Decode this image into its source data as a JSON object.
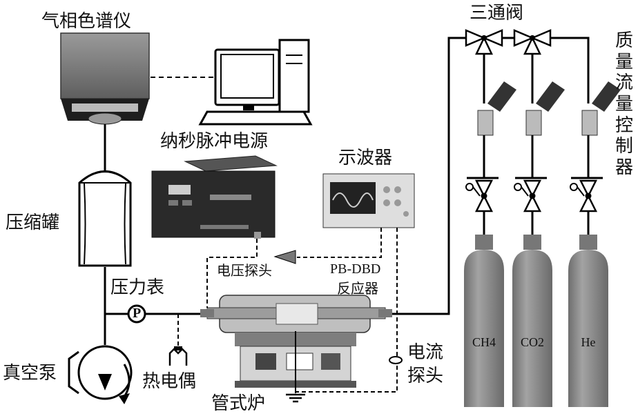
{
  "labels": {
    "gas_chromatograph": "气相色谱仪",
    "pulse_power": "纳秒脉冲电源",
    "oscilloscope": "示波器",
    "three_way_valve": "三通阀",
    "mass_flow_controller": "质量流量控制器",
    "buffer_tank": "压缩罐",
    "pressure_gauge": "压力表",
    "voltage_probe": "电压探头",
    "reactor_line1": "PB-DBD",
    "reactor_line2": "反应器",
    "current_probe_line1": "电流",
    "current_probe_line2": "探头",
    "vacuum_pump": "真空泵",
    "thermocouple": "热电偶",
    "tube_furnace": "管式炉",
    "pressure_symbol": "P"
  },
  "cylinders": [
    {
      "gas": "CH4"
    },
    {
      "gas": "CO2"
    },
    {
      "gas": "He"
    }
  ],
  "colors": {
    "line": "#000000",
    "cylinder": "#8a8a8a",
    "device_dark": "#2a2a2a",
    "device_light": "#d8d8d8"
  }
}
